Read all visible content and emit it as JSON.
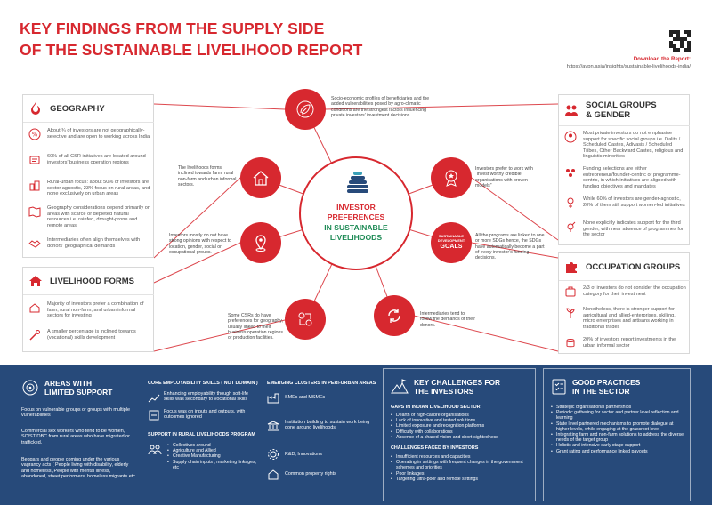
{
  "header": {
    "title_line1": "KEY FINDINGS FROM THE SUPPLY SIDE",
    "title_line2": "OF THE SUSTAINABLE LIVELIHOOD REPORT",
    "download_label": "Download the Report:",
    "download_url": "https://avpn.asia/insights/sustainable-livelihoods-india/"
  },
  "colors": {
    "accent": "#d7282f",
    "navy": "#274a7a"
  },
  "geography": {
    "title": "GEOGRAPHY",
    "items": [
      {
        "icon": "percent-icon",
        "text": "About ¾ of investors are not geographically-selective and are open to working across India"
      },
      {
        "icon": "csr-icon",
        "text": "60% of all CSR initiatives are located around investors’ business operation regions"
      },
      {
        "icon": "rural-urban-icon",
        "text": "Rural-urban focus: about 50% of investors are sector agnostic, 23% focus on rural areas, and none exclusively on urban areas"
      },
      {
        "icon": "map-icon",
        "text": "Geography considerations depend primarily on areas with scarce or depleted natural resources i.e. rainfed, drought-prone and remote areas"
      },
      {
        "icon": "handshake-icon",
        "text": "Intermediaries often align themselves with donors’ geographical demands"
      }
    ]
  },
  "livelihood": {
    "title": "LIVELIHOOD FORMS",
    "items": [
      {
        "icon": "farm-icon",
        "text": "Majority of investors prefer a combination of farm, rural non-farm, and urban informal sectors for investing"
      },
      {
        "icon": "tools-icon",
        "text": "A smaller percentage is inclined towards (vocational) skills development"
      }
    ]
  },
  "social": {
    "title_line1": "SOCIAL GROUPS",
    "title_line2": "& GENDER",
    "items": [
      {
        "icon": "people-icon",
        "text": "Most private investors do not emphasise support for specific social groups i.e. Dalits / Scheduled Castes, Adivasis / Scheduled Tribes, Other Backward Castes, religious and linguistic minorities"
      },
      {
        "icon": "group-icon",
        "text": "Funding selections are either entrepreneur/founder-centric or programme-centric, in which initiatives are aligned with funding objectives and mandates"
      },
      {
        "icon": "women-icon",
        "text": "While 60% of investors are gender-agnostic, 20% of them still support women-led initiatives"
      },
      {
        "icon": "third-gender-icon",
        "text": "None explicitly indicates support for the third gender, with near absence of programmes for the sector"
      }
    ]
  },
  "occupation": {
    "title": "OCCUPATION GROUPS",
    "items": [
      {
        "icon": "briefcase-icon",
        "text": "2/3 of investors do not consider the occupation category for their investment"
      },
      {
        "icon": "sprout-icon",
        "text": "Nonetheless, there is stronger support for agricultural and allied-enterprises, skilling, micro enterprises and artisans working in traditional trades"
      },
      {
        "icon": "coins-icon",
        "text": "20% of investors report investments in the urban informal sector"
      }
    ]
  },
  "center": {
    "line1": "INVESTOR",
    "line2": "PREFERENCES",
    "line3": "IN SUSTAINABLE",
    "line4": "LIVELIHOODS"
  },
  "bubbles": [
    {
      "icon": "leaf-icon",
      "text": "Socio-economic profiles of beneficiaries and the added vulnerabilities posed by agro-climatic conditions are the strongest factors influencing private investors’ investment decisions"
    },
    {
      "icon": "house-icon",
      "text": "The livelihoods forms, inclined towards farm, rural non-farm and urban informal sectors."
    },
    {
      "icon": "badge-icon",
      "text": "Investors prefer to work with “invest worthy credible organisations with proven models”"
    },
    {
      "icon": "location-pin-icon",
      "text": "Investors mostly do not have strong opinions with respect to location, gender, social or occupational groups."
    },
    {
      "icon": "sdg-logo",
      "logo_line1": "SUSTAINABLE",
      "logo_line2": "DEVELOPMENT",
      "logo_line3": "GOALS",
      "text": "All the programs are linked to one or more SDGs hence, the SDGs have automatically become a part of every investor’s funding decisions."
    },
    {
      "icon": "exchange-icon",
      "text": "Some CSRs do have preferences for geography, usually linked to their business operation regions or production facilities."
    },
    {
      "icon": "refresh-icon",
      "text": "Intermediaries tend to follow the demands of their donors."
    }
  ],
  "areas": {
    "title_line1": "AREAS WITH",
    "title_line2": "LIMITED SUPPORT",
    "items": [
      "Focus on vulnerable groups or groups with multiple vulnerabilities",
      "Commercial sex workers who tend to be women, SC/ST/OBC from rural areas who have migrated or trafficked.",
      "Beggars and people coming under the various vagrancy acts ( People living with disability, elderly and homeless, People with mental illness, abandoned, street performers, homeless migrants etc"
    ]
  },
  "employability": {
    "title": "CORE EMPLOYABILITY SKILLS ( NOT DOMAIN )",
    "items": [
      "Enhancing employability though soft-life skills was secondary to vocational skills",
      "Focus was on inputs and outputs, with outcomes ignored"
    ],
    "rural_title": "SUPPORT IN RURAL LIVELIHOODS PROGRAM",
    "rural_items": [
      "Collectives around",
      "Agriculture and Allied",
      "Creative Manufacturing",
      "Supply chain inputs , marketing linkages, etc"
    ]
  },
  "clusters": {
    "title": "EMERGING CLUSTERS IN PERI-URBAN AREAS",
    "items": [
      "SMEs and MSMEs",
      "Institution building to sustain work being done around livelihoods",
      "R&D, Innovations",
      "Common property rights"
    ]
  },
  "challenges": {
    "title_line1": "KEY CHALLENGES FOR",
    "title_line2": "THE INVESTORS",
    "gaps_title": "GAPS IN INDIAN LIVELIHOOD SECTOR",
    "gaps": [
      "Dearth of high-calibre organisations",
      "Lack of innovative and tested solutions",
      "Limited exposure and recognition platforms",
      "Difficulty with collaborations",
      "Absence of a shared vision and short-sightedness"
    ],
    "faced_title": "CHALLENGES FACED BY INVESTORS",
    "faced": [
      "Insufficient resources and capacities",
      "Operating in settings with frequent changes in the government schemes and priorities",
      "Poor linkages",
      "Targeting ultra-poor and remote settings"
    ]
  },
  "practices": {
    "title_line1": "GOOD PRACTICES",
    "title_line2": "IN THE SECTOR",
    "items": [
      "Strategic organisational partnerships",
      "Periodic gathering for sector and partner level reflection and learning",
      "State level partnered mechanisms to promote dialogue at higher levels, while engaging at the grassroot level",
      "Integrating farm and non-farm solutions to address the diverse needs of the target group",
      "Holistic and intensive early stage support",
      "Grant rating and performance linked payouts"
    ]
  }
}
